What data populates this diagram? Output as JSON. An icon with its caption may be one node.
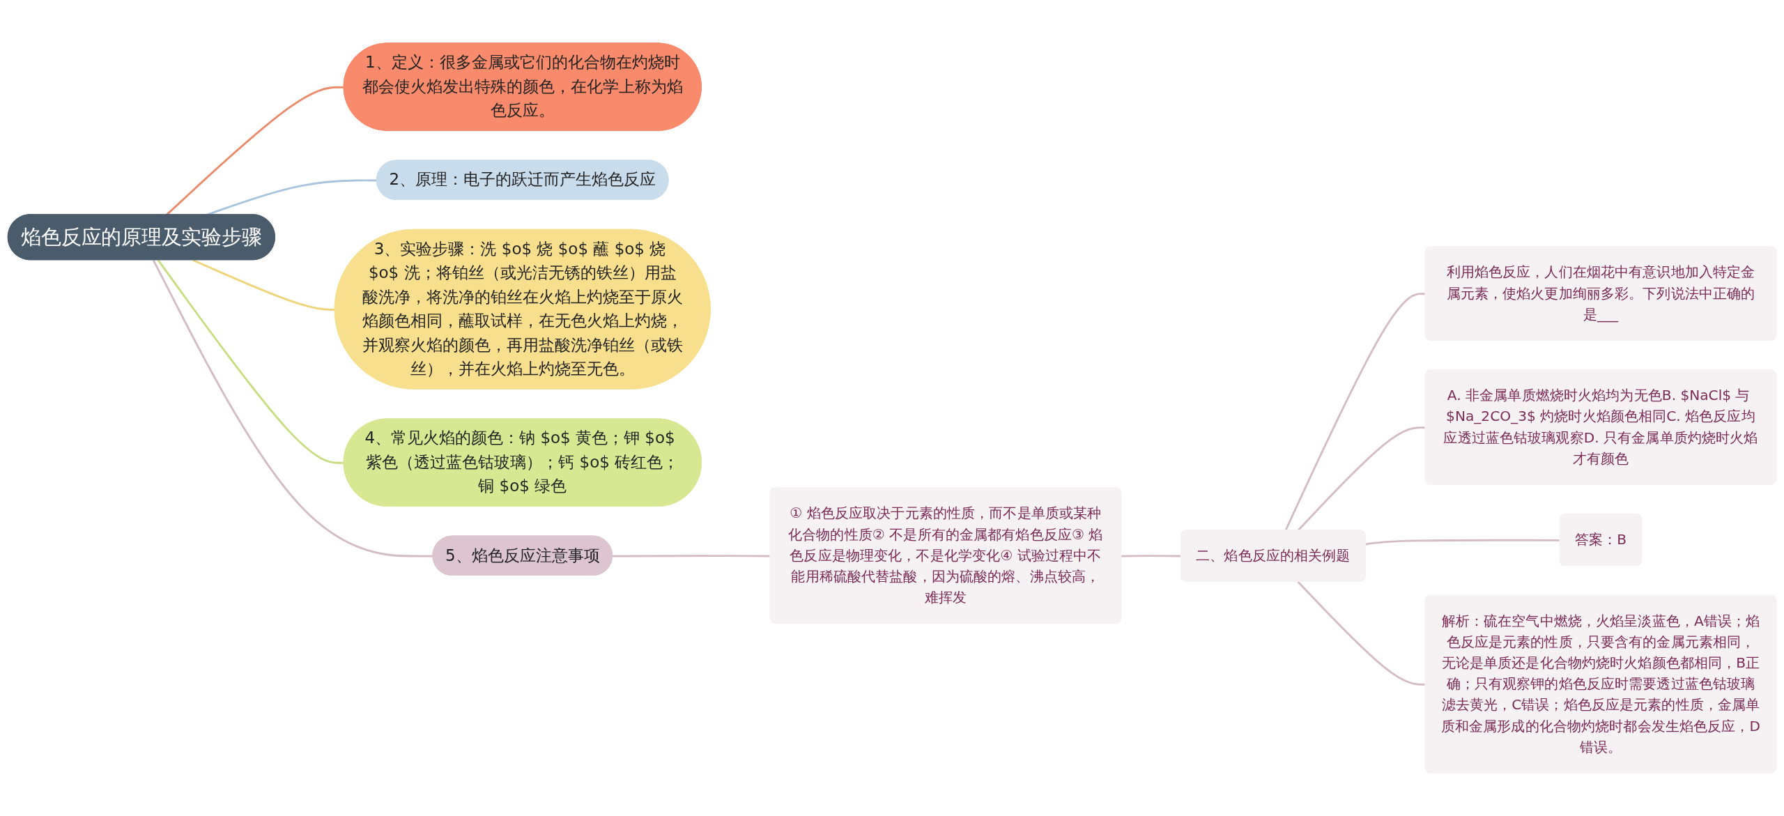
{
  "diagram": {
    "nodes": [
      {
        "text": [
          "焰色反应的原理及实验步骤"
        ]
      },
      {
        "text": [
          "1、定义：很多金属或它们的化合物在灼烧时都会使火焰发出特殊的颜色，在化学上称为焰色反应。"
        ]
      },
      {
        "text": [
          "2、原理：电子的跃迁而产生焰色反应"
        ]
      },
      {
        "text": [
          "3、实验步骤：洗 $o$ 烧 $o$ 蘸 $o$ 烧 $o$ 洗；将铂丝（或光洁无锈的铁丝）用盐酸洗净，将洗净的铂丝在火焰上灼烧至于原火焰颜色相同，蘸取试样，在无色火焰上灼烧，并观察火焰的颜色，再用盐酸洗净铂丝（或铁丝），并在火焰上灼烧至无色。"
        ]
      },
      {
        "text": [
          "4、常见火焰的颜色：钠 $o$ 黄色；钾 $o$ 紫色（透过蓝色钴玻璃）；钙 $o$ 砖红色；铜 $o$ 绿色"
        ]
      },
      {
        "text": [
          "5、焰色反应注意事项"
        ]
      },
      {
        "text": [
          "① 焰色反应取决于元素的性质，而不是单质或某种化合物的性质② 不是所有的金属都有焰色反应③ 焰色反应是物理变化，不是化学变化④ 试验过程中不能用稀硫酸代替盐酸，因为硫酸的熔、沸点较高，难挥发"
        ]
      },
      {
        "text": [
          "二、焰色反应的相关例题"
        ]
      },
      {
        "text": [
          "利用焰色反应，人们在烟花中有意识地加入特定金属元素，使焰火更加绚丽多彩。下列说法中正确的是___"
        ]
      },
      {
        "text": [
          "A. 非金属单质燃烧时火焰均为无色B. $NaCl$ 与 $Na_2CO_3$ 灼烧时火焰颜色相同C. 焰色反应均应透过蓝色钴玻璃观察D. 只有金属单质灼烧时火焰才有颜色"
        ]
      },
      {
        "text": [
          "答案：B"
        ]
      },
      {
        "text": [
          "解析：硫在空气中燃烧，火焰呈淡蓝色，A错误；焰色反应是元素的性质，只要含有的金属元素相同，无论是单质还是化合物灼烧时火焰颜色都相同，B正确；只有观察钾的焰色反应时需要透过蓝色钴玻璃滤去黄光，C错误；焰色反应是元素的性质，金属单质和金属形成的化合物灼烧时都会发生焰色反应，D错误。"
        ]
      }
    ],
    "edges": [
      {
        "from": 0,
        "to": 1,
        "arrow": "none",
        "color": "#e98a6b"
      },
      {
        "from": 0,
        "to": 2,
        "arrow": "none",
        "color": "#a9c4dc"
      },
      {
        "from": 0,
        "to": 3,
        "arrow": "none",
        "color": "#eed57a"
      },
      {
        "from": 0,
        "to": 4,
        "arrow": "none",
        "color": "#c8dc80"
      },
      {
        "from": 0,
        "to": 5,
        "arrow": "none"
      },
      {
        "from": 5,
        "to": 6,
        "arrow": "none"
      },
      {
        "from": 6,
        "to": 7,
        "arrow": "none"
      },
      {
        "from": 7,
        "to": 8,
        "arrow": "none"
      },
      {
        "from": 7,
        "to": 9,
        "arrow": "none"
      },
      {
        "from": 7,
        "to": 10,
        "arrow": "none"
      },
      {
        "from": 7,
        "to": 11,
        "arrow": "none"
      }
    ]
  }
}
